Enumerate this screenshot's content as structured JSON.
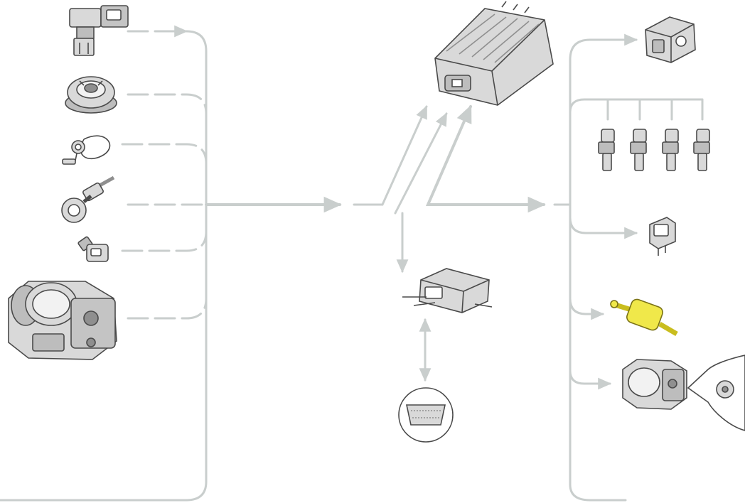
{
  "diagram": {
    "colors": {
      "background": "#ffffff",
      "line": "#c9cecd",
      "line_dark": "#b4bab9",
      "outline": "#4a4a4a",
      "part_fill": "#d9d9d9",
      "part_shade": "#a8a8a8",
      "highlight": "#f0e84a",
      "highlight_dark": "#c9bd1e"
    },
    "inputs": [
      {
        "id": "pressure-sensor",
        "icon": "pressure-sensor-icon"
      },
      {
        "id": "speed-sensor",
        "icon": "speed-sensor-icon"
      },
      {
        "id": "knock-sensor",
        "icon": "knock-sensor-icon"
      },
      {
        "id": "position-sensor",
        "icon": "position-sensor-icon"
      },
      {
        "id": "temperature-sensor",
        "icon": "temperature-sensor-icon"
      },
      {
        "id": "throttle-body",
        "icon": "throttle-body-icon"
      }
    ],
    "center": [
      {
        "id": "control-unit",
        "icon": "control-unit-icon"
      },
      {
        "id": "relay-box",
        "icon": "relay-box-icon"
      },
      {
        "id": "diagnostic-connector",
        "icon": "diagnostic-connector-icon"
      }
    ],
    "outputs": [
      {
        "id": "fuel-pump",
        "icon": "fuel-pump-icon"
      },
      {
        "id": "injectors",
        "icon": "injector-icon",
        "count": 4
      },
      {
        "id": "ignition-coil",
        "icon": "ignition-coil-icon"
      },
      {
        "id": "canister-valve",
        "icon": "canister-valve-icon",
        "highlighted": true
      },
      {
        "id": "throttle-actuator",
        "icon": "throttle-actuator-icon"
      }
    ]
  }
}
